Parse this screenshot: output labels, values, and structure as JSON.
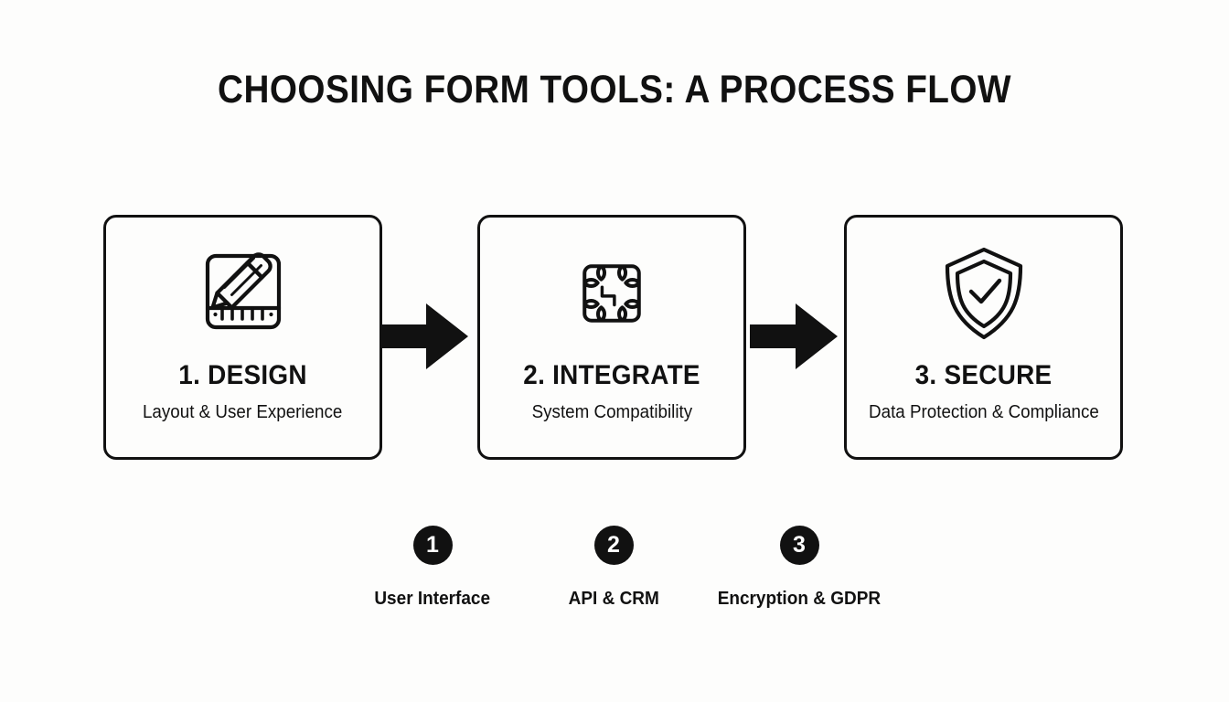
{
  "page": {
    "title": "CHOOSING FORM TOOLS: A PROCESS FLOW",
    "background_color": "#fdfdfc",
    "ink_color": "#111111"
  },
  "flow": {
    "steps": [
      {
        "icon": "pencil-ruler-design-icon",
        "title": "1. DESIGN",
        "subtitle": "Layout & User Experience"
      },
      {
        "icon": "puzzle-piece-icon",
        "title": "2. INTEGRATE",
        "subtitle": "System Compatibility"
      },
      {
        "icon": "shield-check-icon",
        "title": "3. SECURE",
        "subtitle": "Data Protection & Compliance"
      }
    ],
    "connectors": [
      {
        "icon": "arrow-right-icon"
      },
      {
        "icon": "arrow-right-icon"
      }
    ]
  },
  "legend": {
    "items": [
      {
        "number": "1",
        "label": "User Interface"
      },
      {
        "number": "2",
        "label": "API & CRM"
      },
      {
        "number": "3",
        "label": "Encryption & GDPR"
      }
    ]
  }
}
